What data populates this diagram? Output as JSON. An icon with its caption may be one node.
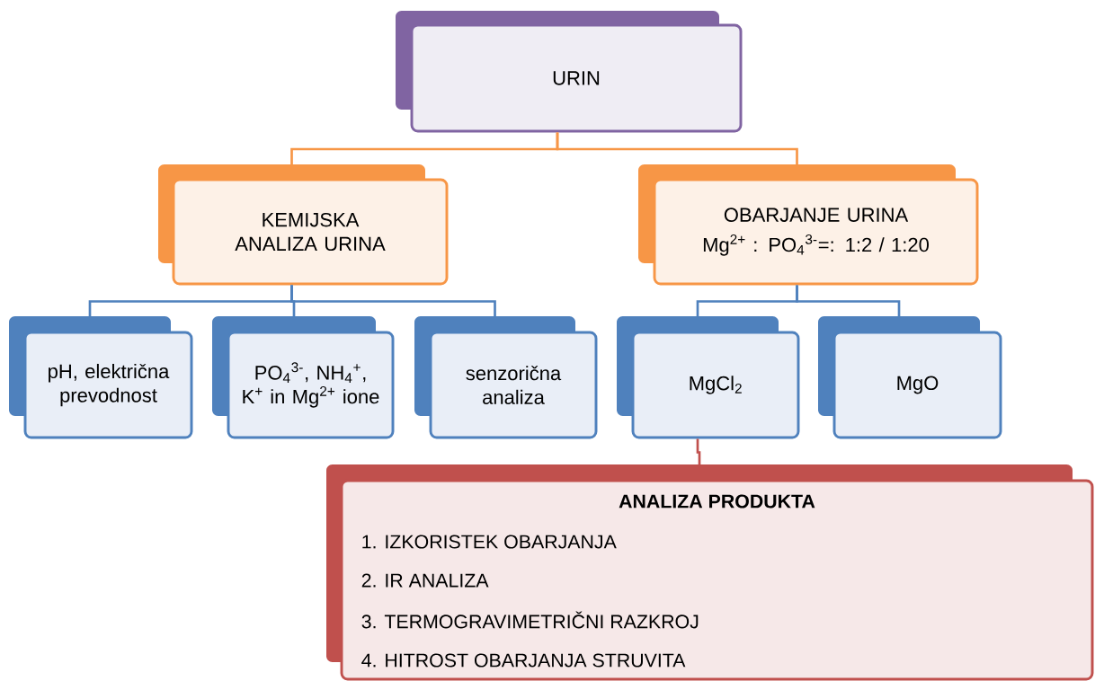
{
  "diagram": {
    "nodes": [
      {
        "text": [
          "URIN"
        ]
      },
      {
        "text": [
          "KEMIJSKA ANALIZA URINA"
        ]
      },
      {
        "text": [
          "OBARJANJE URINA",
          "Mg$^{2+}$ : PO$_{4}$$^{3-}$=: 1:2 / 1:20"
        ]
      },
      {
        "text": [
          "pH, električna prevodnost"
        ]
      },
      {
        "text": [
          "PO$_{4}$$^{3-}$, NH$_{4}$$^{+}$, K$^{+}$ in Mg$^{2+}$ ione"
        ]
      },
      {
        "text": [
          "senzorična analiza"
        ]
      },
      {
        "text": [
          "MgCl$_{2}$"
        ]
      },
      {
        "text": [
          "MgO"
        ]
      },
      {
        "text": [
          "ANALIZA PRODUKTA",
          "1. IZKORISTEK OBARJANJA",
          "2. IR ANALIZA",
          "3. TERMOGRAVIMETRIČNI RAZKROJ",
          "4. HITROST OBARJANJA STRUVITA"
        ]
      }
    ],
    "edges": [
      {
        "from": 0,
        "to": 1,
        "arrow": "none",
        "color": "#f79646"
      },
      {
        "from": 0,
        "to": 2,
        "arrow": "none",
        "color": "#f79646"
      },
      {
        "from": 1,
        "to": 3,
        "arrow": "none"
      },
      {
        "from": 1,
        "to": 4,
        "arrow": "none"
      },
      {
        "from": 1,
        "to": 5,
        "arrow": "none"
      },
      {
        "from": 2,
        "to": 6,
        "arrow": "none"
      },
      {
        "from": 2,
        "to": 7,
        "arrow": "none"
      },
      {
        "from": 6,
        "to": 8,
        "arrow": "none",
        "color": "#c0504d"
      }
    ]
  }
}
